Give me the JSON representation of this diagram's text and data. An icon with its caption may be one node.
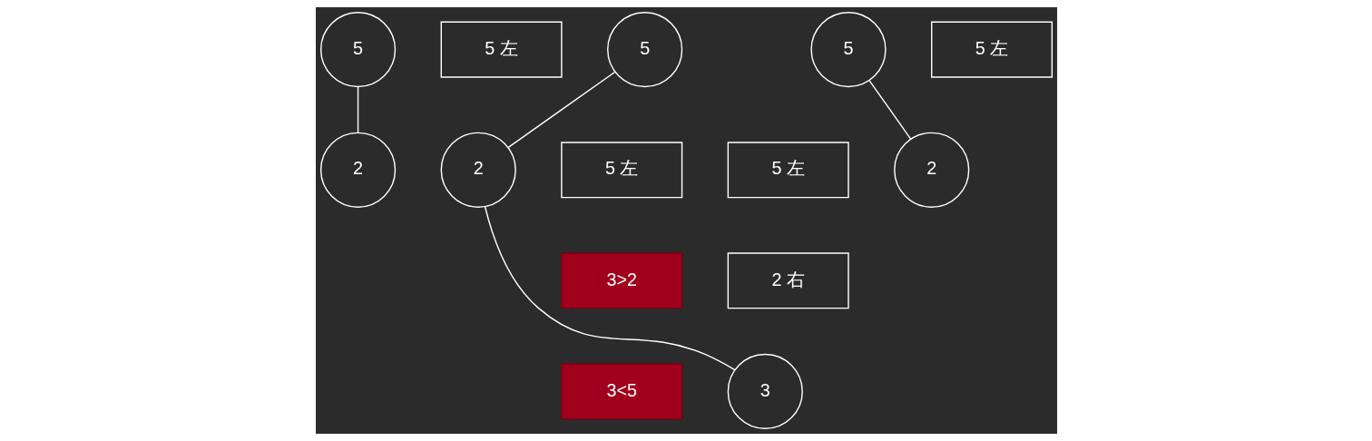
{
  "diagram": {
    "nodes": [
      {
        "text": [
          "5"
        ]
      },
      {
        "text": [
          "5 左"
        ]
      },
      {
        "text": [
          "5"
        ]
      },
      {
        "text": [
          "5"
        ]
      },
      {
        "text": [
          "5 左"
        ]
      },
      {
        "text": [
          "2"
        ]
      },
      {
        "text": [
          "2"
        ]
      },
      {
        "text": [
          "5 左"
        ]
      },
      {
        "text": [
          "5 左"
        ]
      },
      {
        "text": [
          "2"
        ]
      },
      {
        "text": [
          "3>2"
        ]
      },
      {
        "text": [
          "2 右"
        ]
      },
      {
        "text": [
          "3<5"
        ]
      },
      {
        "text": [
          "3"
        ]
      }
    ],
    "edges": [
      {
        "from": 0,
        "to": 5,
        "arrow": "none"
      },
      {
        "from": 2,
        "to": 6,
        "arrow": "none"
      },
      {
        "from": 6,
        "to": 13,
        "arrow": "none"
      },
      {
        "from": 3,
        "to": 9,
        "arrow": "none"
      }
    ]
  }
}
